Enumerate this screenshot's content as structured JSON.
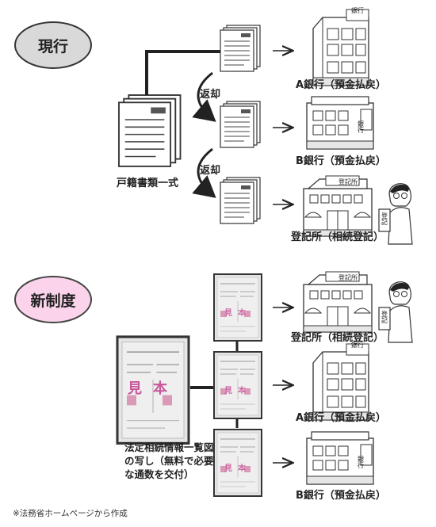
{
  "current_label": "現行",
  "new_label": "新制度",
  "current": {
    "return_label_1": "返却",
    "return_label_2": "返却",
    "bundle_label": "戸籍書類一式",
    "destinations": [
      "A銀行（預金払戻）",
      "B銀行（預金払戻）",
      "登記所（相続登記）"
    ]
  },
  "new": {
    "certificate_label": "法定相続情報一覧図の写し（無料で必要な通数を交付）",
    "destinations": [
      "登記所（相続登記）",
      "A銀行（預金払戻）",
      "B銀行（預金払戻）"
    ],
    "sample_mark": "見本"
  },
  "building_signs": {
    "bank": "銀行",
    "registry": "登記所",
    "registry_doc": "登記"
  },
  "footnote": "※法務省ホームページから作成"
}
